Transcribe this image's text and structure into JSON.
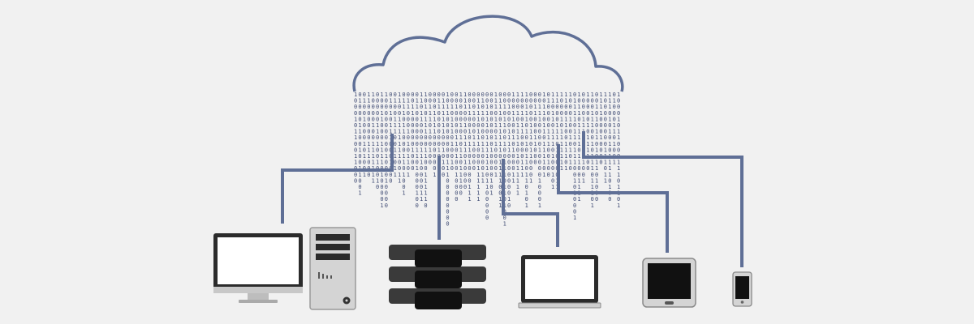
{
  "colors": {
    "background": "#f1f1f1",
    "connector": "#5f6f96",
    "cloud_outline": "#5f6f96",
    "binary_text": "#3e4a73",
    "device_dark": "#2b2b2b",
    "device_silver": "#d0d0d0",
    "screen": "#ffffff"
  },
  "icons": [
    "cloud-icon",
    "desktop-monitor-icon",
    "tower-pc-icon",
    "server-rack-icon",
    "laptop-icon",
    "tablet-icon",
    "smartphone-icon"
  ],
  "binary_seed": 7,
  "binary_digits": [
    "0",
    "1"
  ]
}
